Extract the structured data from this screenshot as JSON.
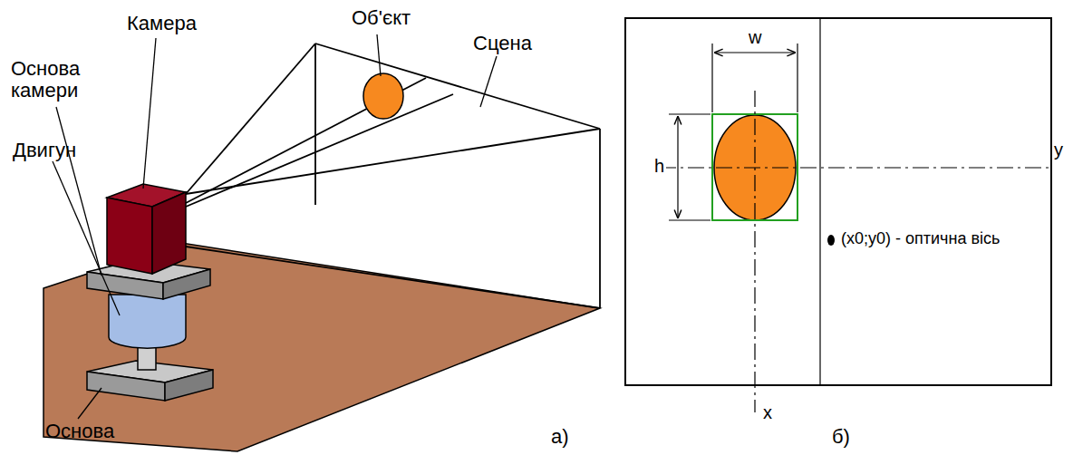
{
  "diagram": {
    "labels": [
      "Основа камери",
      "Камера",
      "Двигун",
      "Основа",
      "Об'єкт",
      "Сцена",
      "а)",
      "w",
      "h",
      "y",
      "x",
      "(x0;y0) - оптична вісь",
      "б)"
    ]
  }
}
